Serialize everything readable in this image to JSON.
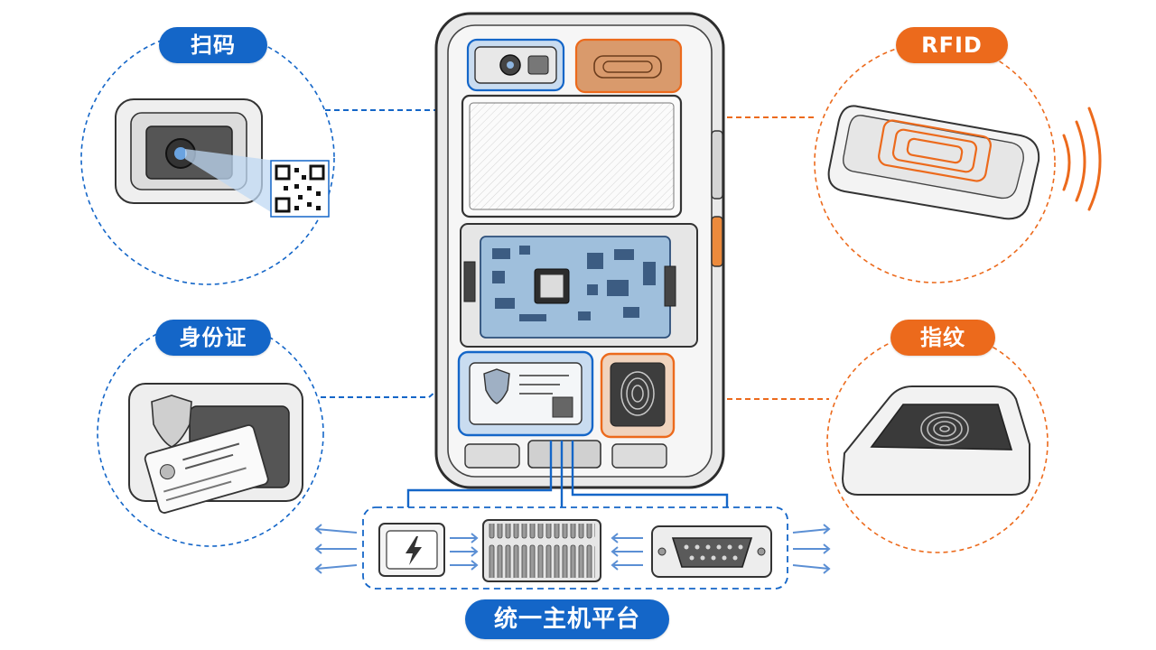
{
  "labels": {
    "scan": "扫码",
    "rfid": "RFID",
    "idcard": "身份证",
    "fingerprint": "指纹",
    "platform": "统一主机平台"
  },
  "colors": {
    "blue": "#1466c8",
    "orange": "#ec6a1c",
    "line": "#3c3c3c",
    "board": "#9fbfdc"
  }
}
